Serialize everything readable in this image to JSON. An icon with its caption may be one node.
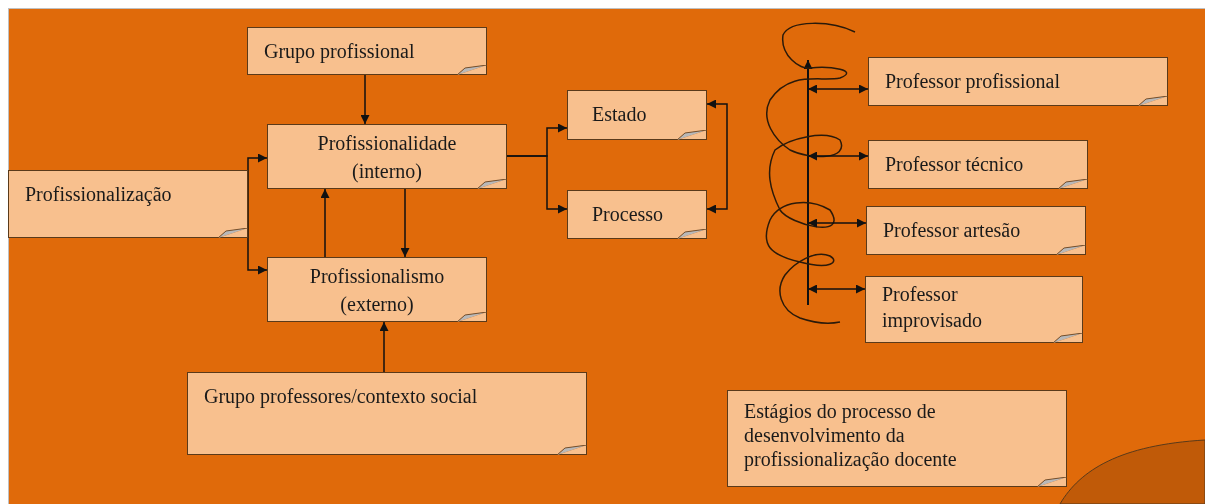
{
  "diagram": {
    "nodes": [
      {
        "text": [
          "Grupo profissional"
        ]
      },
      {
        "text": [
          "Profissionalização"
        ]
      },
      {
        "text": [
          "Profissionalidade (interno)"
        ]
      },
      {
        "text": [
          "Profissionalismo (externo)"
        ]
      },
      {
        "text": [
          "Estado"
        ]
      },
      {
        "text": [
          "Processo"
        ]
      },
      {
        "text": [
          "Grupo professores/contexto social"
        ]
      },
      {
        "text": [
          "Professor profissional"
        ]
      },
      {
        "text": [
          "Professor técnico"
        ]
      },
      {
        "text": [
          "Professor artesão"
        ]
      },
      {
        "text": [
          "Professor improvisado"
        ]
      },
      {
        "text": [
          "Estágios do processo de desenvolvimento da profissionalização docente"
        ]
      }
    ],
    "edges": [
      {
        "from": 0,
        "to": 2,
        "arrow": "to"
      },
      {
        "from": 1,
        "to": 2,
        "arrow": "to"
      },
      {
        "from": 1,
        "to": 3,
        "arrow": "to"
      },
      {
        "from": 3,
        "to": 2,
        "arrow": "to"
      },
      {
        "from": 2,
        "to": 3,
        "arrow": "to"
      },
      {
        "from": 6,
        "to": 3,
        "arrow": "to"
      },
      {
        "from": 2,
        "to": 4,
        "arrow": "to"
      },
      {
        "from": 2,
        "to": 5,
        "arrow": "to"
      },
      {
        "from": 4,
        "to": 5,
        "arrow": "both"
      },
      {
        "from": null,
        "to": 7,
        "arrow": "both"
      },
      {
        "from": null,
        "to": 8,
        "arrow": "both"
      },
      {
        "from": null,
        "to": 9,
        "arrow": "both"
      },
      {
        "from": null,
        "to": 10,
        "arrow": "both"
      }
    ]
  }
}
